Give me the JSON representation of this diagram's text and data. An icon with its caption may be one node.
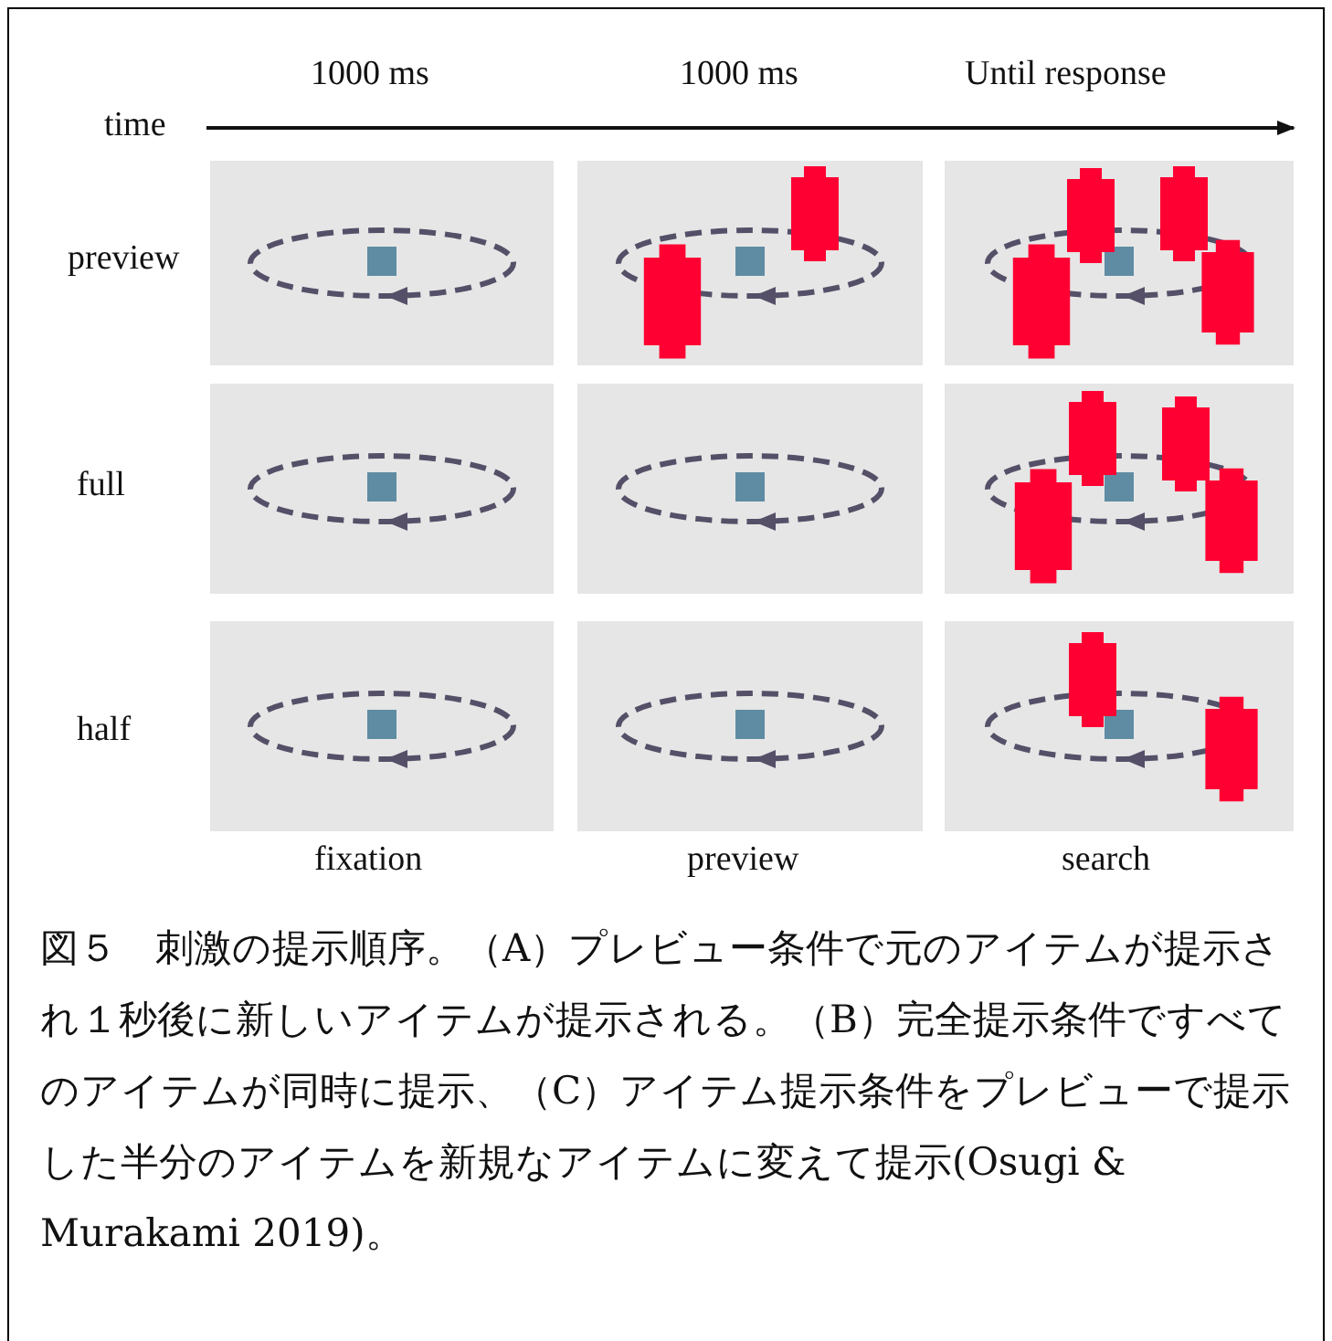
{
  "diagram": {
    "caption": "図５　刺激の提示順序。（A）プレビュー条件で元のアイテムが提示され１秒後に新しいアイテムが提示される。（B）完全提示条件ですべてのアイテムが同時に提示、（C）アイテム提示条件をプレビューで提示した半分のアイテムを新規なアイテムに変えて提示(Osugi & Murakami 2019)。",
    "labels": [
      "1000 ms",
      "1000 ms",
      "Until response",
      "time",
      "preview",
      "full",
      "half",
      "fixation",
      "preview",
      "search"
    ]
  }
}
